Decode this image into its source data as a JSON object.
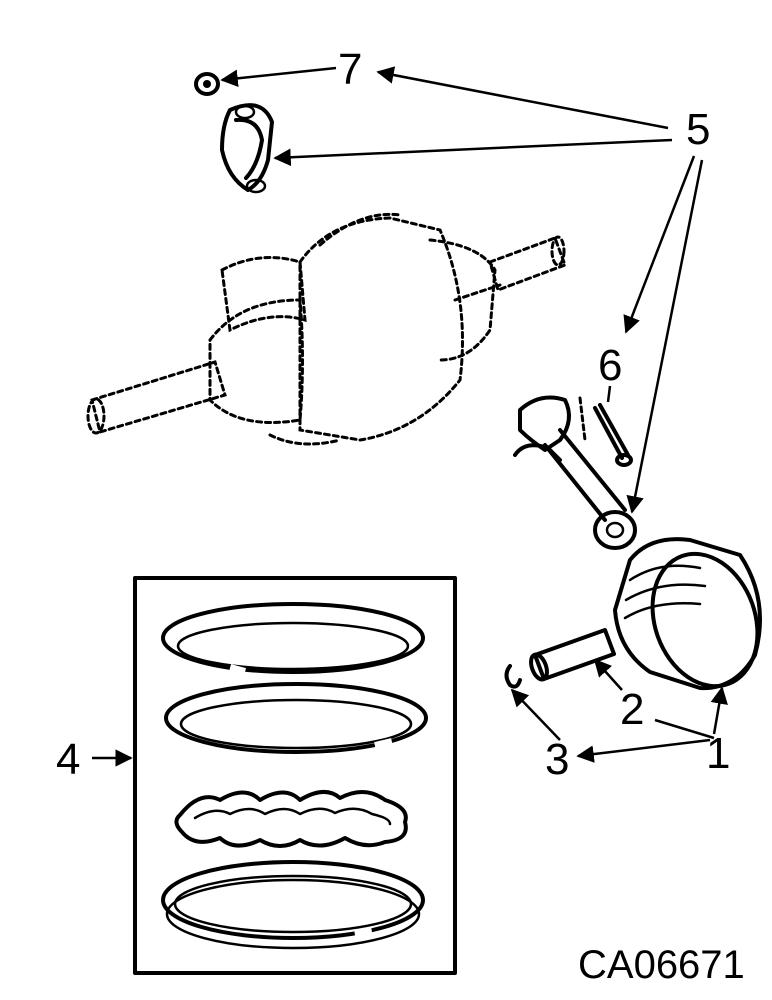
{
  "figure_code": "CA06671",
  "callouts": {
    "c1": "1",
    "c2": "2",
    "c3": "3",
    "c4": "4",
    "c5": "5",
    "c6": "6",
    "c7": "7"
  },
  "colors": {
    "ink": "#000000",
    "paper": "#ffffff"
  }
}
